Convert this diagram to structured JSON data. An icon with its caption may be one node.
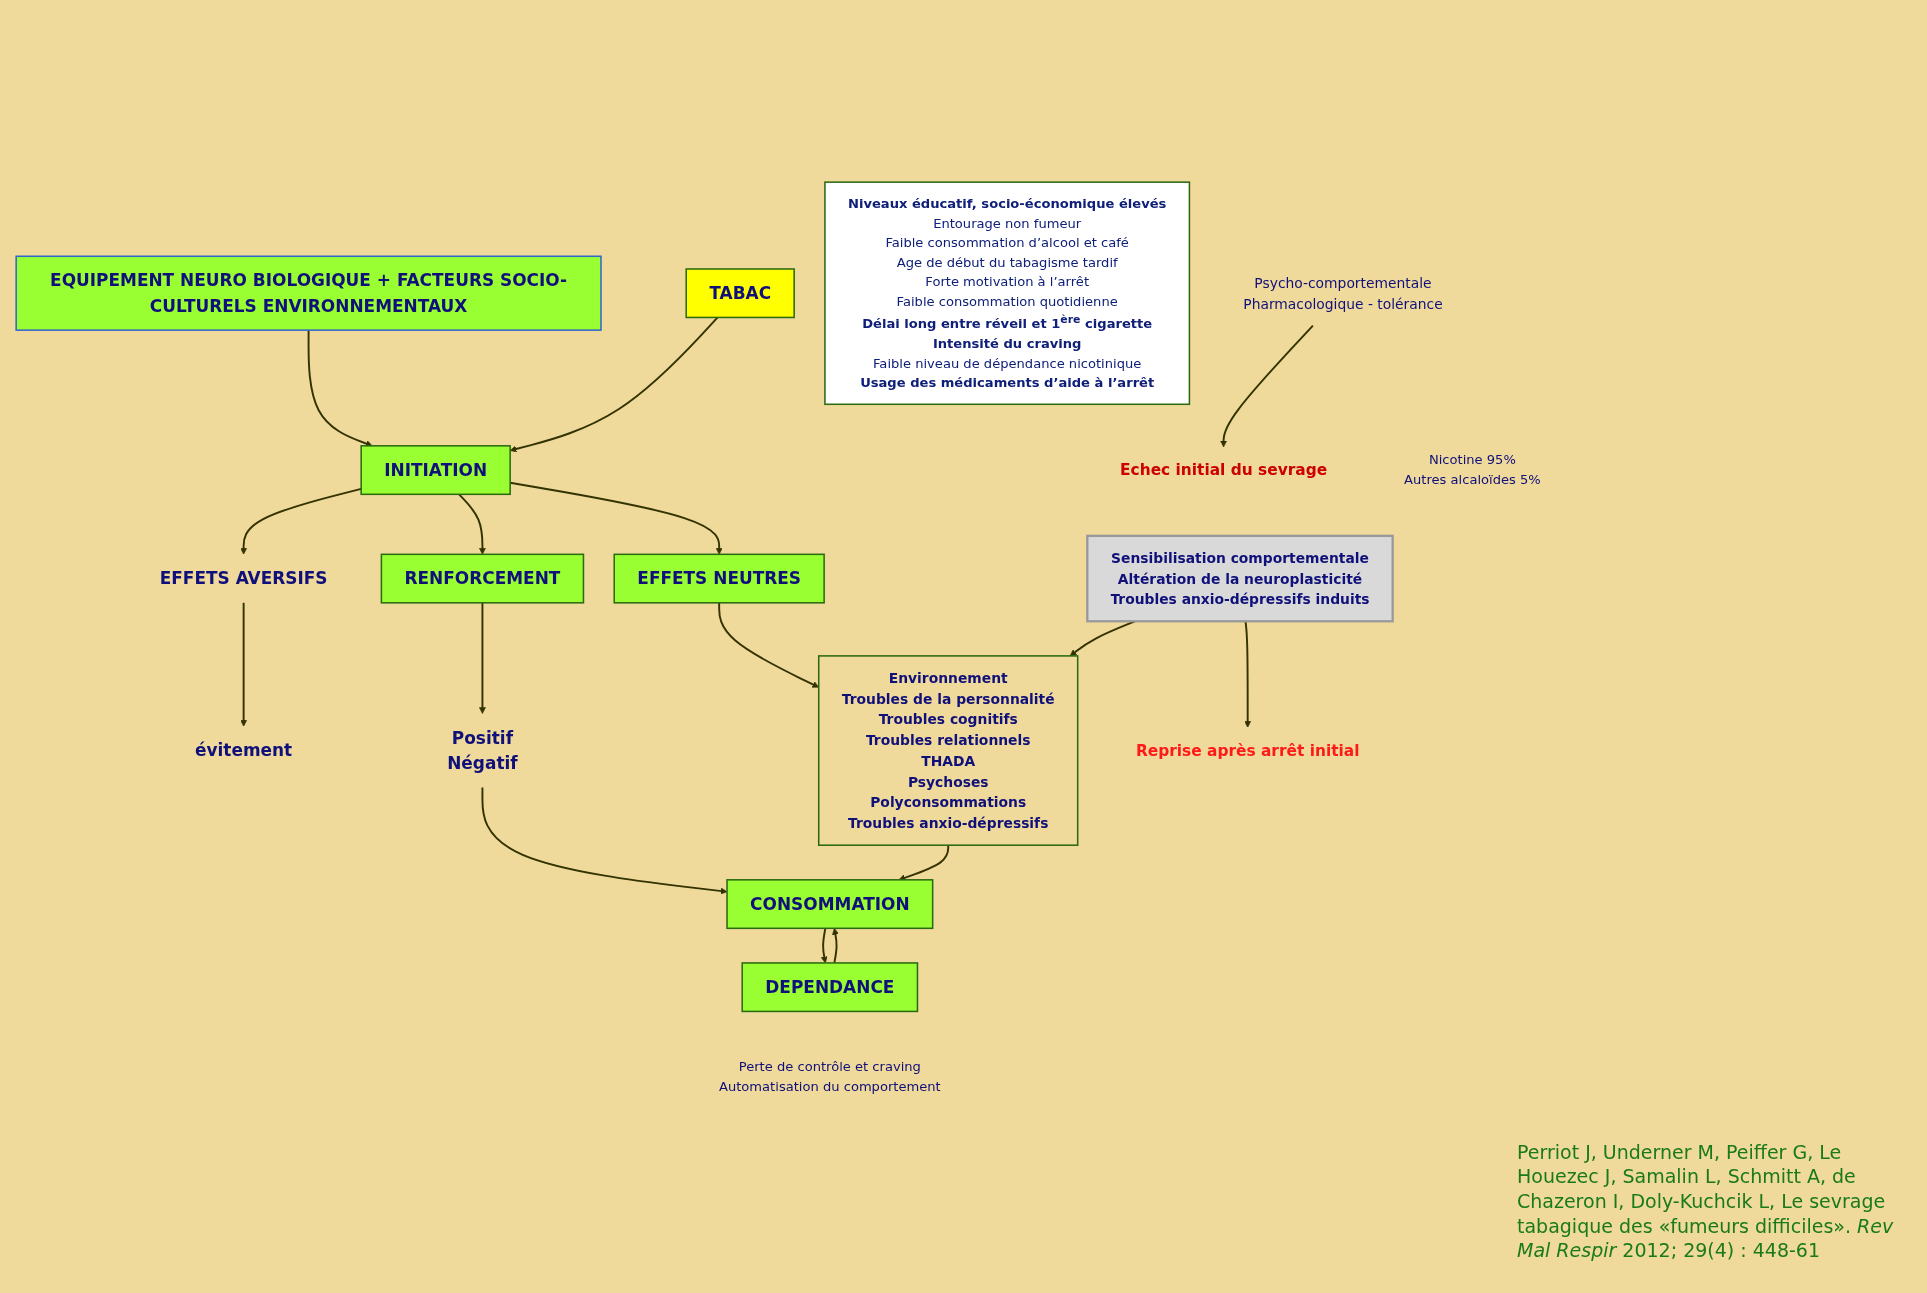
{
  "diagram": {
    "nodes": [
      {
        "text": [
          "EQUIPEMENT NEURO BIOLOGIQUE + FACTEURS SOCIO-CULTURELS ENVIRONNEMENTAUX"
        ]
      },
      {
        "text": [
          "INITIATION"
        ]
      },
      {
        "text": [
          "TABAC"
        ],
        "beside": [
          "Nicotine 95%",
          "Autres alcaloïdes 5%"
        ]
      },
      {
        "text": [
          "EFFETS AVERSIFS"
        ]
      },
      {
        "text": [
          "RENFORCEMENT"
        ]
      },
      {
        "text": [
          "EFFETS NEUTRES"
        ]
      },
      {
        "text": [
          "évitement"
        ]
      },
      {
        "text": [
          "**Niveaux éducatif, socio-économique élevés**",
          "Entourage non fumeur",
          "Faible consommation d’alcool et café",
          "Age de début  du tabagisme tardif",
          "Forte motivation à l’arrêt",
          "Faible consommation quotidienne",
          "**Délai long entre réveil et 1$^{ère}$ cigarette**",
          "**Intensité du craving**",
          "Faible niveau de dépendance nicotinique",
          "**Usage des médicaments d’aide à l’arrêt**"
        ]
      },
      {
        "text": [
          "Positif",
          "Négatif"
        ]
      },
      {
        "text": [
          "CONSOMMATION"
        ]
      },
      {
        "text": [
          "DEPENDANCE"
        ],
        "beside": [
          "Perte de contrôle et craving",
          "Automatisation du comportement"
        ]
      },
      {
        "text": [
          "Environnement",
          "Troubles de la personnalité",
          "Troubles cognitifs",
          "Troubles relationnels",
          "THADA",
          "Psychoses",
          "Polyconsommations",
          "Troubles anxio-dépressifs"
        ]
      },
      {
        "text": [
          "Echec initial du sevrage"
        ]
      },
      {
        "text": [
          "Psycho-comportementale",
          "Pharmacologique - tolérance"
        ]
      },
      {
        "text": [
          "Reprise après arrêt initial"
        ]
      },
      {
        "text": [
          "Sensibilisation comportementale",
          "Altération de la neuroplasticité",
          "Troubles anxio-dépressifs induits"
        ]
      }
    ],
    "edges": [
      {
        "from": 0,
        "to": 1,
        "arrow": "to"
      },
      {
        "from": 2,
        "to": 1,
        "arrow": "to"
      },
      {
        "from": 1,
        "to": 3,
        "arrow": "to"
      },
      {
        "from": 1,
        "to": 4,
        "arrow": "to"
      },
      {
        "from": 1,
        "to": 5,
        "arrow": "to"
      },
      {
        "from": 3,
        "to": 6,
        "arrow": "to"
      },
      {
        "from": 4,
        "to": 8,
        "arrow": "to"
      },
      {
        "from": 8,
        "to": 9,
        "arrow": "to"
      },
      {
        "from": 5,
        "to": 11,
        "arrow": "to"
      },
      {
        "from": 11,
        "to": 9,
        "arrow": "to"
      },
      {
        "from": 9,
        "to": 10,
        "arrow": "to"
      },
      {
        "from": 10,
        "to": 9,
        "arrow": "to"
      },
      {
        "from": 13,
        "to": 12,
        "arrow": "to"
      },
      {
        "from": 15,
        "to": 14,
        "arrow": "to"
      },
      {
        "from": 15,
        "to": 11,
        "arrow": "to"
      }
    ],
    "labels": [
      "Perriot J, Underner M, Peiffer G, Le Houezec J, Samalin L, Schmitt A, de Chazeron I, Doly-Kuchcik L, Le sevrage tabagique des «fumeurs difficiles». *Rev Mal Respir* 2012; 29(4) : 448-61"
    ]
  }
}
